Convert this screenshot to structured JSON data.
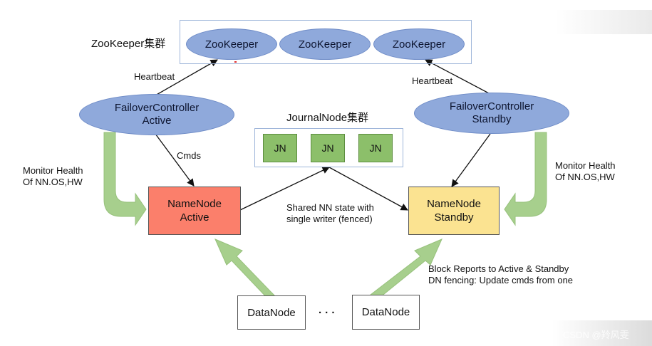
{
  "zookeeper": {
    "cluster_label": "ZooKeeper集群",
    "nodes": [
      "ZooKeeper",
      "ZooKeeper",
      "ZooKeeper"
    ]
  },
  "failover": {
    "active": "FailoverController\nActive",
    "standby": "FailoverController\nStandby"
  },
  "heartbeat": {
    "left": "Heartbeat",
    "right": "Heartbeat"
  },
  "cmds": "Cmds",
  "monitor": {
    "left": "Monitor Health\nOf NN.OS,HW",
    "right": "Monitor Health\nOf NN.OS,HW"
  },
  "journal": {
    "cluster_label": "JournalNode集群",
    "nodes": [
      "JN",
      "JN",
      "JN"
    ]
  },
  "namenode": {
    "active": "NameNode\nActive",
    "standby": "NameNode\nStandby"
  },
  "shared_state": "Shared NN state with\nsingle writer (fenced)",
  "block_reports": "Block Reports to Active & Standby\nDN fencing: Update cmds from one",
  "datanode": {
    "left": "DataNode",
    "right": "DataNode",
    "ellipsis": "· · ·"
  },
  "watermark": "CSDN @羚风雯",
  "colors": {
    "ellipse_fill": "#8fa9db",
    "namenode_active": "#fb7f6b",
    "namenode_standby": "#fbe391",
    "jn_fill": "#8cbf6a",
    "green_arrow": "#a7cf8d"
  }
}
